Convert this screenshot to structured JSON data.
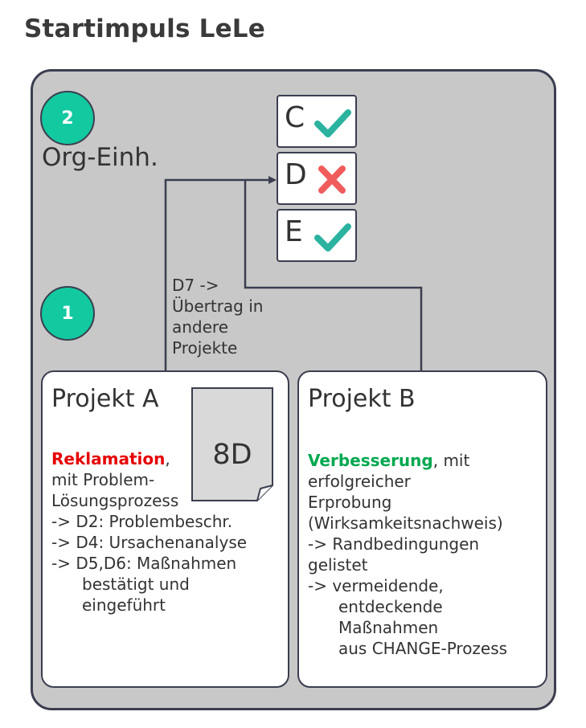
{
  "title": "Startimpuls LeLe",
  "badges": {
    "top": "2",
    "bottom": "1"
  },
  "org_label": "Org-Einh.",
  "status_items": [
    {
      "letter": "C",
      "state": "check"
    },
    {
      "letter": "D",
      "state": "cross"
    },
    {
      "letter": "E",
      "state": "check"
    }
  ],
  "colors": {
    "badge": "#12c9a0",
    "check": "#2bb3a0",
    "cross": "#f05b5b",
    "red_keyword": "#e60000",
    "green_keyword": "#00a84f",
    "border": "#3b3e4f",
    "panel": "#c8c8c8"
  },
  "d7_note": "D7 ->\nÜbertrag in\nandere\nProjekte",
  "project_a": {
    "title": "Projekt A",
    "doc_label": "8D",
    "keyword": "Reklamation",
    "keyword_suffix": ",",
    "lines": [
      "mit Problem-",
      "Lösungsprozess",
      "-> D2: Problembeschr.",
      "-> D4: Ursachenanalyse",
      "-> D5,D6: Maßnahmen"
    ],
    "indented": [
      "bestätigt und",
      "eingeführt"
    ]
  },
  "project_b": {
    "title": "Projekt B",
    "keyword": "Verbesserung",
    "keyword_suffix": ", mit",
    "lines": [
      "erfolgreicher",
      "Erprobung",
      "(Wirksamkeitsnachweis)",
      "-> Randbedingungen",
      "gelistet",
      "-> vermeidende,"
    ],
    "indented": [
      "entdeckende",
      "Maßnahmen",
      "aus CHANGE-Prozess"
    ]
  }
}
